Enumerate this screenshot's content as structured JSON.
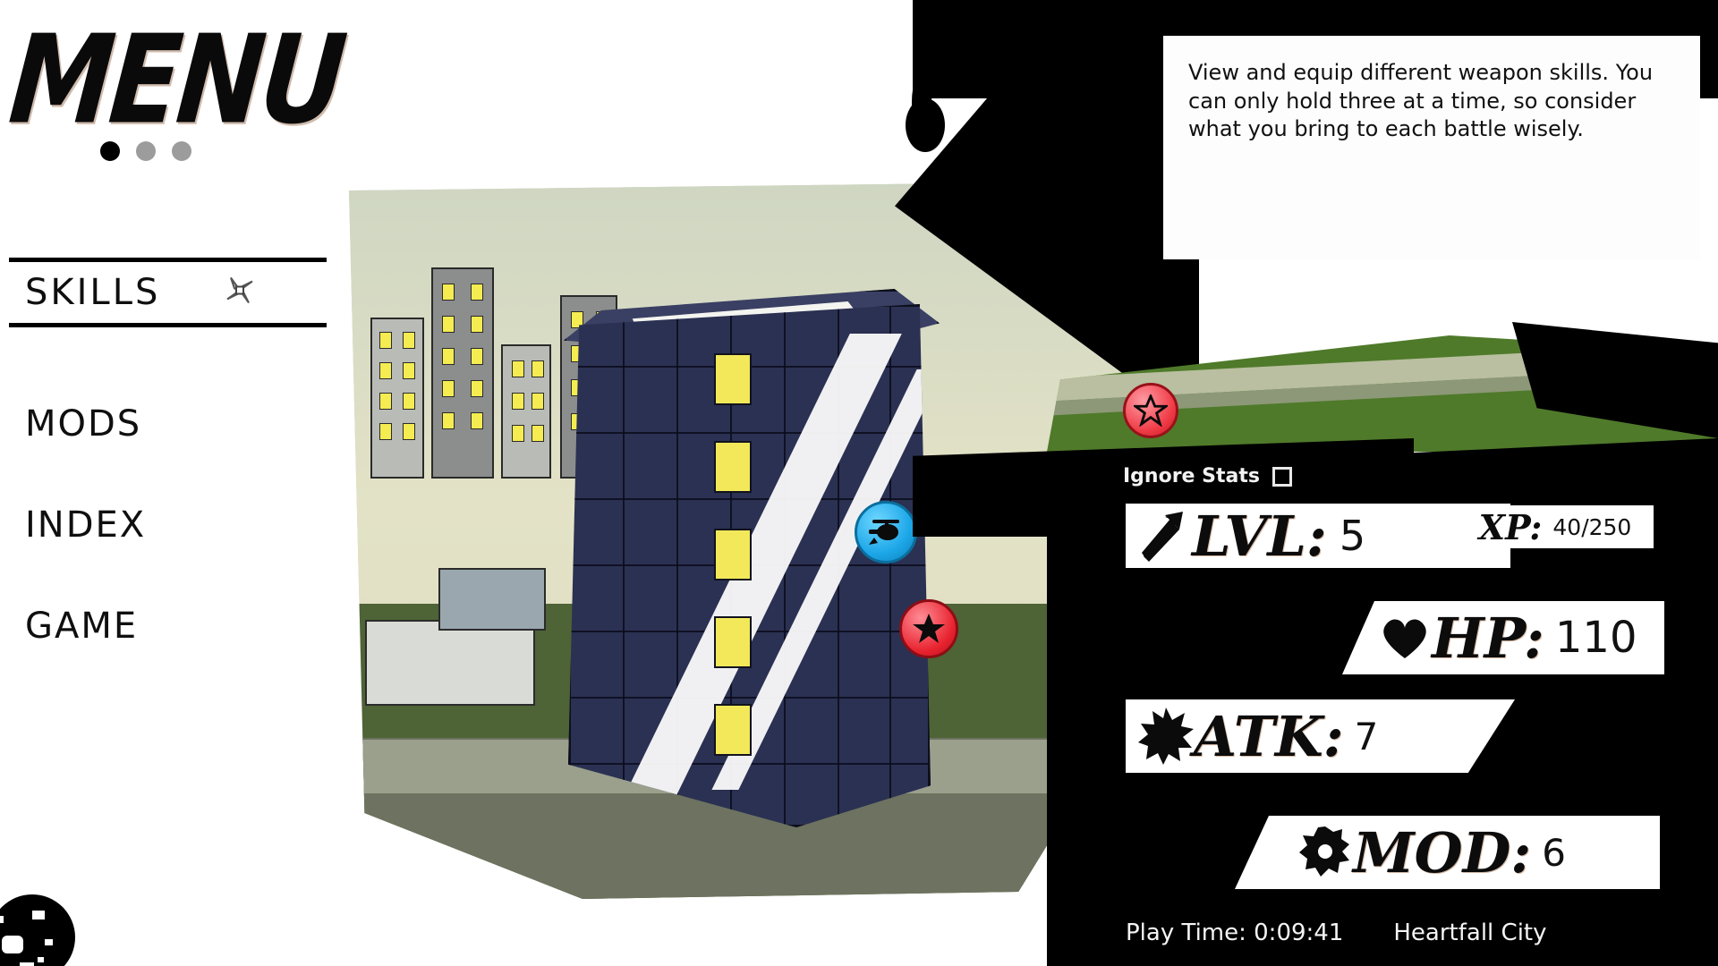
{
  "menu": {
    "title": "MENU",
    "page_dots": [
      {
        "name": "page-dot-1",
        "active": true
      },
      {
        "name": "page-dot-2",
        "active": false
      },
      {
        "name": "page-dot-3",
        "active": false
      }
    ],
    "items": [
      {
        "label": "SKILLS",
        "selected": true,
        "icon": "shuriken-icon"
      },
      {
        "label": "MODS",
        "selected": false,
        "icon": ""
      },
      {
        "label": "INDEX",
        "selected": false,
        "icon": ""
      },
      {
        "label": "GAME",
        "selected": false,
        "icon": ""
      }
    ]
  },
  "audio": {
    "icon": "headphones-icon"
  },
  "tooltip": {
    "text": "View and equip different weapon skills. You can only hold three at a time, so consider what you bring to each battle wisely."
  },
  "scene": {
    "markers": [
      {
        "name": "map-marker-helicopter",
        "icon": "helicopter-icon",
        "color": "#1da7e8"
      },
      {
        "name": "map-marker-star-city",
        "icon": "star-icon",
        "color": "#e8232f"
      },
      {
        "name": "map-marker-star-field",
        "icon": "star-icon",
        "color": "#ef3a45"
      }
    ],
    "tower_color": "#2b3152",
    "window_color": "#f2e85a",
    "grass_color": "#4f7a2a"
  },
  "stats_panel": {
    "ignore_stats": {
      "label": "Ignore Stats",
      "checked": false
    },
    "stats": [
      {
        "key": "LVL:",
        "value": "5",
        "icon": "arrow-up-right-icon"
      },
      {
        "key": "XP:",
        "value": "40/250",
        "icon": ""
      },
      {
        "key": "HP:",
        "value": "110",
        "icon": "heart-icon"
      },
      {
        "key": "ATK:",
        "value": "7",
        "icon": "burst-icon"
      },
      {
        "key": "MOD:",
        "value": "6",
        "icon": "gear-icon"
      }
    ]
  },
  "footer": {
    "play_time": "Play Time: 0:09:41",
    "location": "Heartfall City"
  },
  "decor": {
    "corner_blob": "speckled-circle-decoration"
  }
}
